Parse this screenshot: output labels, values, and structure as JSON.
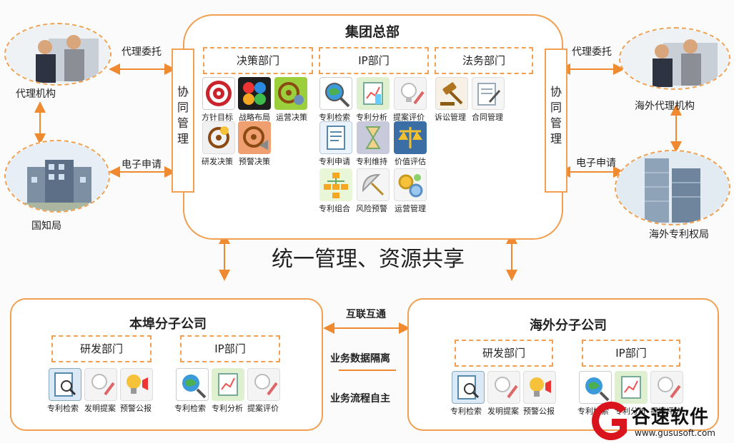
{
  "hq": {
    "title": "集团总部"
  },
  "depts": {
    "decision": "决策部门",
    "ip": "IP部门",
    "legal": "法务部门",
    "rd": "研发部门"
  },
  "sync_label": "协同管理",
  "decision_items": [
    "方针目标",
    "战略布局",
    "运营决策",
    "研发决策",
    "预警决策"
  ],
  "ip_items": [
    "专利检索",
    "专利分析",
    "提案评价",
    "专利申请",
    "专利维持",
    "价值评估",
    "专利组合",
    "风险预警",
    "运营管理"
  ],
  "legal_items": [
    "诉讼管理",
    "合同管理"
  ],
  "left": {
    "agent": "代理机构",
    "office": "国知局",
    "agent_link": "代理委托",
    "office_link": "电子申请"
  },
  "right": {
    "agent": "海外代理机构",
    "office": "海外专利权局",
    "agent_link": "代理委托",
    "office_link": "电子申请"
  },
  "slogan": "统一管理、资源共享",
  "local_sub": {
    "title": "本埠分子公司",
    "rd_items": [
      "专利检索",
      "发明提案",
      "预警公报"
    ],
    "ip_items": [
      "专利检索",
      "专利分析",
      "提案评价"
    ]
  },
  "overseas_sub": {
    "title": "海外分子公司",
    "rd_items": [
      "专利检索",
      "发明提案",
      "预警公报"
    ],
    "ip_items": [
      "专利检索",
      "专利分析",
      "提案评价"
    ]
  },
  "middle_links": [
    "互联互通",
    "业务数据隔离",
    "业务流程自主"
  ],
  "watermark": {
    "brand": "谷速软件",
    "url": "www.gususoft.com"
  },
  "colors": {
    "accent": "#f0a050",
    "arrow": "#f08a30"
  }
}
